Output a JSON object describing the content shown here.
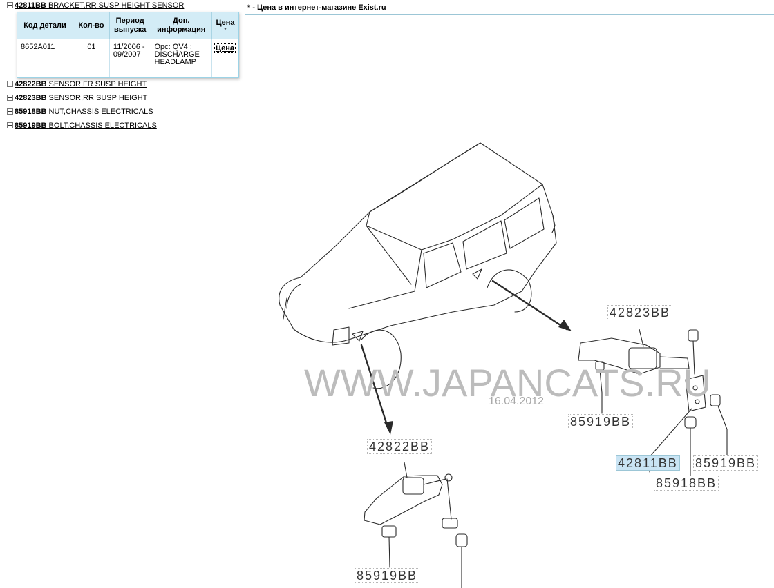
{
  "tree": {
    "expanded_item": {
      "code": "42811BB",
      "name": "BRACKET,RR SUSP HEIGHT SENSOR"
    },
    "collapsed_items": [
      {
        "code": "42822BB",
        "name": "SENSOR,FR SUSP HEIGHT"
      },
      {
        "code": "42823BB",
        "name": "SENSOR,RR SUSP HEIGHT"
      },
      {
        "code": "85918BB",
        "name": "NUT,CHASSIS ELECTRICALS"
      },
      {
        "code": "85919BB",
        "name": "BOLT,CHASSIS ELECTRICALS"
      }
    ]
  },
  "parts_table": {
    "headers": [
      "Код детали",
      "Кол-во",
      "Период выпуска",
      "Доп. информация",
      "Цена"
    ],
    "price_header_mark": "*",
    "rows": [
      {
        "part_code": "8652A011",
        "qty": "01",
        "period": "11/2006 - 09/2007",
        "info": "Opc: QV4 : DISCHARGE HEADLAMP",
        "price_button": "Цена"
      }
    ]
  },
  "note": "* - Цена в интернет-магазине Exist.ru",
  "diagram": {
    "watermark": "WWW.JAPANCATS.RU",
    "date": "16.04.2012",
    "labels": {
      "sensor_rear": "42823BB",
      "bolt_rear_left": "85919BB",
      "bracket": "42811BB",
      "bolt_rear_right": "85919BB",
      "nut_rear": "85918BB",
      "sensor_front": "42822BB",
      "bolt_front": "85919BB"
    },
    "highlighted_part": "42811BB"
  }
}
